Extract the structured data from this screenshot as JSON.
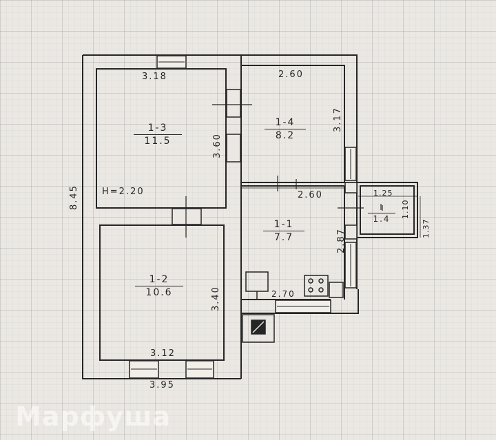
{
  "rooms": {
    "r13": {
      "number": "1-3",
      "area": "11.5"
    },
    "r14": {
      "number": "1-4",
      "area": "8.2"
    },
    "r11": {
      "number": "1-1",
      "area": "7.7"
    },
    "r12": {
      "number": "1-2",
      "area": "10.6"
    },
    "rI": {
      "number": "I",
      "area": "1.4"
    }
  },
  "dimensions": {
    "top_left": "3.18",
    "top_right": "2.60",
    "mid_right": "2.60",
    "vert_left_room_right": "3.60",
    "vert_right_upper": "3.17",
    "vert_lower_mid": "3.40",
    "vert_lower_right": "2.87",
    "kitchen_bottom": "2.70",
    "bottom_inner": "3.12",
    "bottom_outer": "3.95",
    "left_outer": "8.45",
    "porch_width": "1.25",
    "porch_inner": "1.10",
    "porch_outer": "1.37",
    "ceiling_height": "H=2.20"
  },
  "watermark": "Марфуша",
  "colors": {
    "ink": "#262626",
    "paper": "#ebe8e3"
  }
}
